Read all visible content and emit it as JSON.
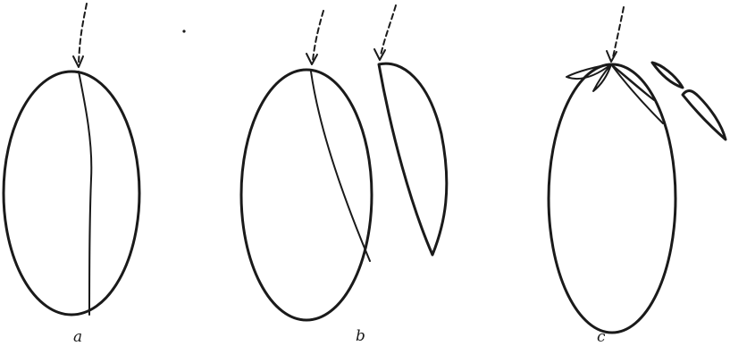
{
  "figure": {
    "panels": [
      {
        "id": "a",
        "label": "a"
      },
      {
        "id": "b",
        "label": "b"
      },
      {
        "id": "c",
        "label": "c"
      }
    ]
  }
}
